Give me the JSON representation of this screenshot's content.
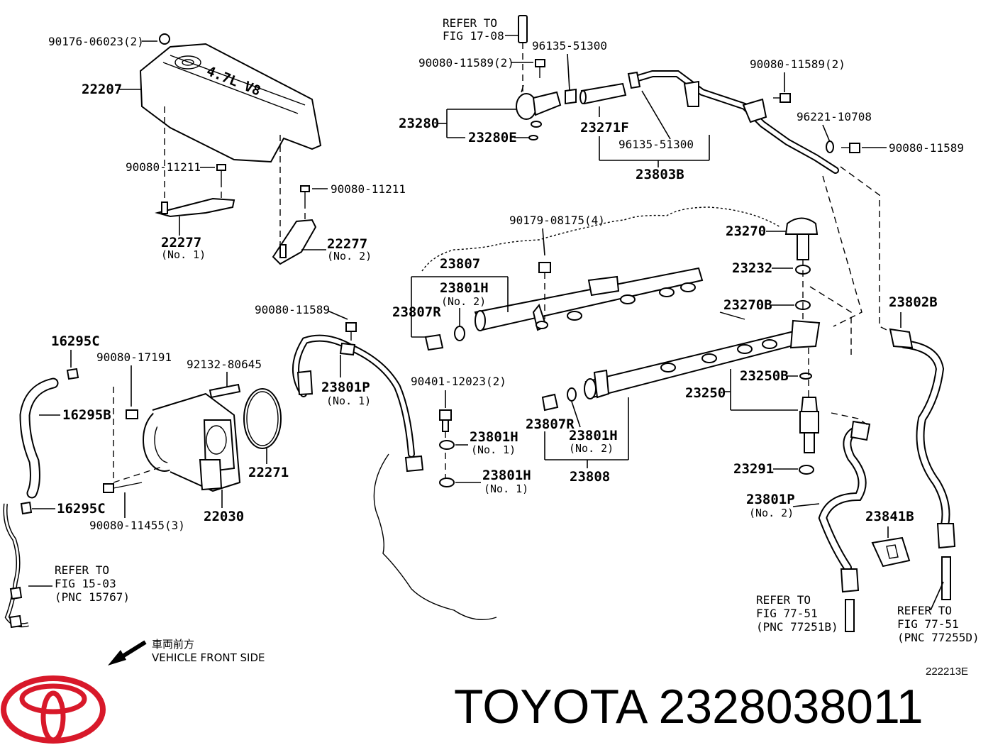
{
  "diagram": {
    "labels": {
      "p90176": "90176-06023(2)",
      "p22207": "22207",
      "p90080_11211a": "90080-11211",
      "p90080_11211b": "90080-11211",
      "p22277a": "22277",
      "p22277a_sub": "(No. 1)",
      "p22277b": "22277",
      "p22277b_sub": "(No. 2)",
      "refer1708_a": "REFER TO",
      "refer1708_b": "FIG 17-08",
      "p96135_a": "96135-51300",
      "p90080_11589a": "90080-11589(2)",
      "p23280": "23280",
      "p23280E": "23280E",
      "p23271F": "23271F",
      "p96135_b": "96135-51300",
      "p23803B": "23803B",
      "p90080_11589b": "90080-11589(2)",
      "p96221": "96221-10708",
      "p90080_11589c": "90080-11589",
      "p90179": "90179-08175(4)",
      "p23807": "23807",
      "p23801H_top": "23801H",
      "p23801H_top_sub": "(No. 2)",
      "p23807R_top": "23807R",
      "p23270": "23270",
      "p23232": "23232",
      "p23270B": "23270B",
      "p23802B": "23802B",
      "p90080_11589d": "90080-11589",
      "p16295C_top": "16295C",
      "p90080_17191": "90080-17191",
      "p92132": "92132-80645",
      "p23801P_1": "23801P",
      "p23801P_1_sub": "(No. 1)",
      "p90401": "90401-12023(2)",
      "p23250B": "23250B",
      "p23250": "23250",
      "p16295B": "16295B",
      "p23807R_mid": "23807R",
      "p23801H_mid": "23801H",
      "p23801H_mid_sub": "(No. 2)",
      "p23801H_n1a": "23801H",
      "p23801H_n1a_sub": "(No. 1)",
      "p22271": "22271",
      "p23801H_n1b": "23801H",
      "p23801H_n1b_sub": "(No. 1)",
      "p23808": "23808",
      "p23291": "23291",
      "p16295C_bot": "16295C",
      "p90080_11455": "90080-11455(3)",
      "p22030": "22030",
      "p23801P_2": "23801P",
      "p23801P_2_sub": "(No. 2)",
      "p23841B": "23841B",
      "refer1503_a": "REFER TO",
      "refer1503_b": "FIG 15-03",
      "refer1503_c": "(PNC 15767)",
      "refer7751a_a": "REFER TO",
      "refer7751a_b": "FIG 77-51",
      "refer7751a_c": "(PNC 77251B)",
      "refer7751b_a": "REFER TO",
      "refer7751b_b": "FIG 77-51",
      "refer7751b_c": "(PNC 77255D)",
      "front_jp": "車両前方",
      "front_en": "VEHICLE FRONT SIDE",
      "figure_code": "222213E",
      "cover_badge": "4.7L V8"
    }
  },
  "footer": {
    "brand": "TOYOTA",
    "part_number": "2328038011",
    "logo_color": "#d8192a"
  }
}
